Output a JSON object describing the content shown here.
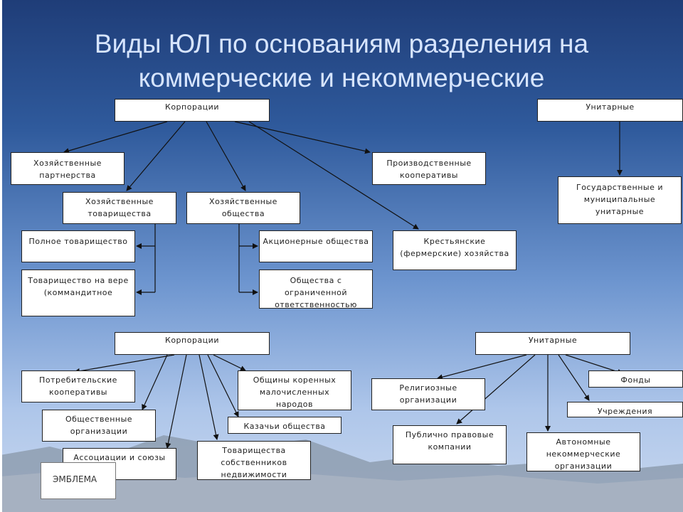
{
  "slide": {
    "title_line1": "Виды ЮЛ по основаниям разделения на",
    "title_line2": "коммерческие и некоммерческие",
    "emblem": "ЭМБЛЕМА"
  },
  "commercial": {
    "corporations": "Корпорации",
    "unitary": "Унитарные",
    "business_partnerships": "Хозяйственные партнерства",
    "production_cooperatives": "Производственные кооперативы",
    "business_associations": "Хозяйственные товарищества",
    "business_companies": "Хозяйственные общества",
    "state_municipal": "Государственные и муниципальные унитарные",
    "full_partnership": "Полное товарищество",
    "limited_partnership": "Товарищество на вере (коммандитное",
    "joint_stock": "Акционерные общества",
    "llc": "Общества с ограниченной ответственностью",
    "farm": "Крестьянские (фермерские) хозяйства"
  },
  "noncommercial": {
    "corporations": "Корпорации",
    "unitary": "Унитарные",
    "consumer_cooperatives": "Потребительские кооперативы",
    "public_organizations": "Общественные организации",
    "associations_unions": "Ассоциации и союзы",
    "indigenous_communities": "Общины коренных малочисленных народов",
    "cossack_societies": "Казачьи общества",
    "property_owners": "Товарищества собственников недвижимости",
    "religious_organizations": "Религиозные организации",
    "public_law_companies": "Публично правовые компании",
    "autonomous_nonprofit": "Автономные некоммерческие организации",
    "funds": "Фонды",
    "institutions": "Учреждения"
  }
}
